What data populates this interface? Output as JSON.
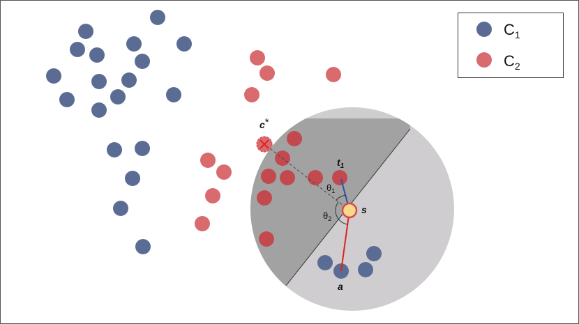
{
  "legend": {
    "items": [
      {
        "main": "C",
        "sub": "1",
        "color": "#5b6c94"
      },
      {
        "main": "C",
        "sub": "2",
        "color": "#d96a6e"
      }
    ]
  },
  "labels": {
    "c_star": {
      "main": "c",
      "sup": "*"
    },
    "t1": {
      "main": "t",
      "sub": "1"
    },
    "s": "s",
    "a": "a",
    "theta1": {
      "main": "θ",
      "sub": "1"
    },
    "theta2": {
      "main": "θ",
      "sub": "2"
    }
  },
  "colors": {
    "blue_point": "#5b6c94",
    "red_point": "#d96a6e",
    "red_point_dark": "#c24a4f",
    "region_dark": "#a2a2a2",
    "region_light": "#cfcdcf",
    "query_fill": "#f7d98b",
    "query_ring": "#d94a4a",
    "line_blue": "#2f4fa8",
    "line_red": "#e02020"
  }
}
